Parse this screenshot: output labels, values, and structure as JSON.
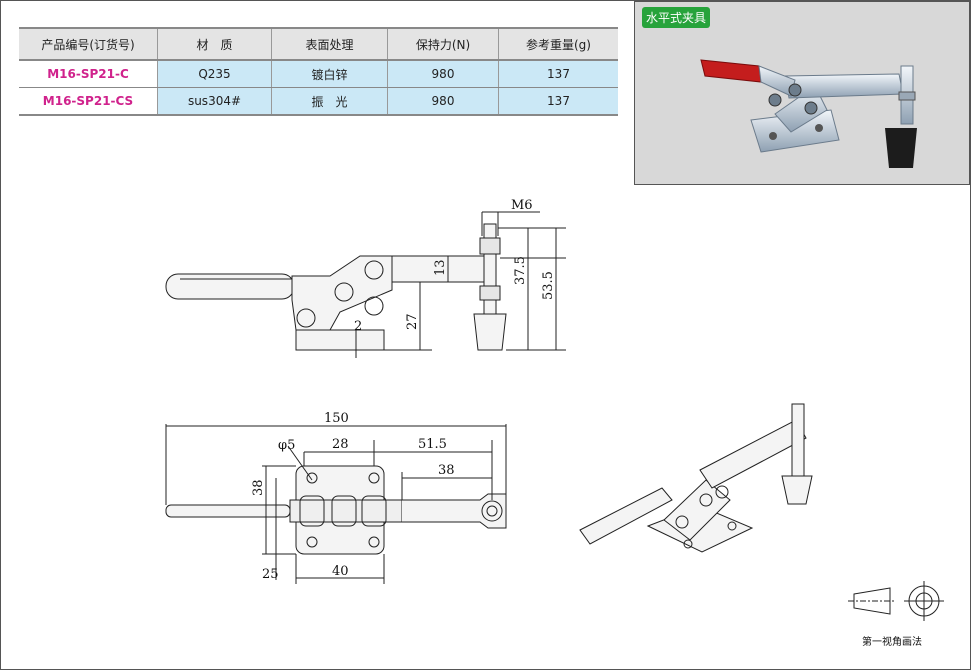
{
  "table": {
    "headers": [
      "产品编号(订货号)",
      "材　质",
      "表面处理",
      "保持力(N)",
      "参考重量(g)"
    ],
    "rows": [
      [
        "M16-SP21-C",
        "Q235",
        "镀白锌",
        "980",
        "137"
      ],
      [
        "M16-SP21-CS",
        "sus304#",
        "振　光",
        "980",
        "137"
      ]
    ]
  },
  "photo": {
    "badge": "水平式夹具"
  },
  "side_view": {
    "thread": "M6",
    "dim_13": "13",
    "dim_37_5": "37.5",
    "dim_53_5": "53.5",
    "dim_27": "27",
    "dim_2": "2"
  },
  "top_view": {
    "dim_150": "150",
    "dim_phi5": "φ5",
    "dim_28": "28",
    "dim_51_5": "51.5",
    "dim_38_right": "38",
    "dim_38_left": "38",
    "dim_25": "25",
    "dim_40": "40"
  },
  "projection_note": "第一视角画法"
}
